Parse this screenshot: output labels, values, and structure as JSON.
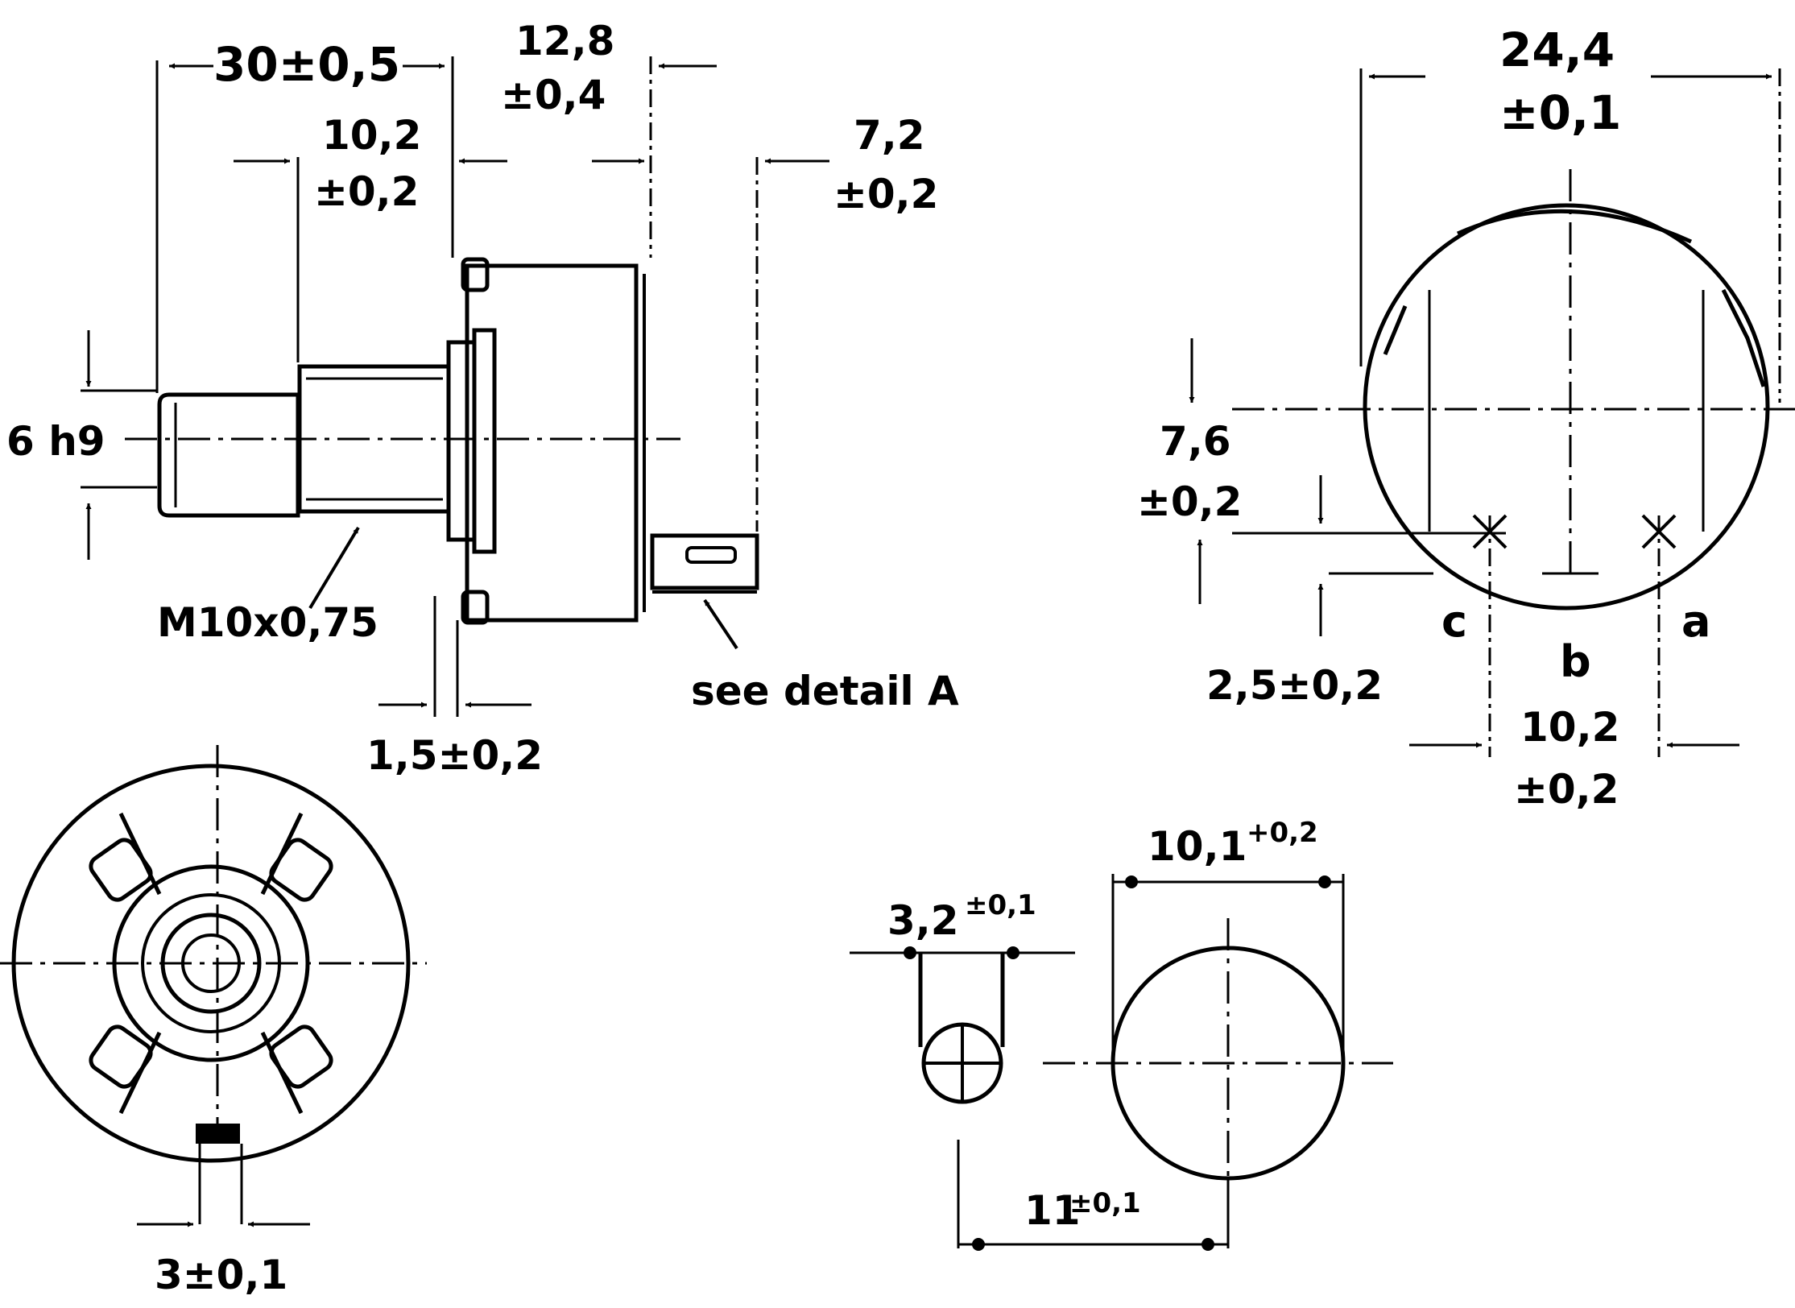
{
  "side_view": {
    "overall_length": "30±0,5",
    "body_depth": "12,8",
    "body_depth_tol": "±0,4",
    "thread_length": "10,2",
    "thread_length_tol": "±0,2",
    "terminal_offset": "7,2",
    "terminal_offset_tol": "±0,2",
    "shaft_diameter": "6 h9",
    "thread_spec": "M10x0,75",
    "flange_thickness": "1,5±0,2",
    "detail_note": "see detail A"
  },
  "rear_view": {
    "diameter": "24,4",
    "diameter_tol": "±0,1",
    "height": "7,6",
    "height_tol": "±0,2",
    "terminal_height": "2,5±0,2",
    "terminal_spacing": "10,2",
    "terminal_spacing_tol": "±0,2",
    "terminal_labels": [
      "c",
      "b",
      "a"
    ]
  },
  "front_view": {
    "tab_width": "3±0,1"
  },
  "detail_a": {
    "slot_width": "3,2",
    "slot_width_tol": "±0,1",
    "hole_diameter": "10,1",
    "hole_diameter_tol": "+0,2",
    "hole_offset": "11",
    "hole_offset_tol": "±0,1"
  }
}
